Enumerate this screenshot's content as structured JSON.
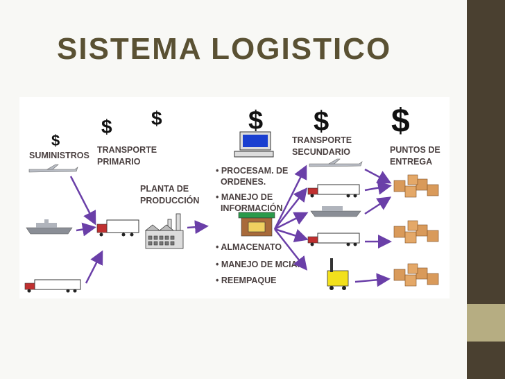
{
  "title": "SISTEMA LOGISTICO",
  "labels": {
    "suministros": "SUMINISTROS",
    "transporte_primario_1": "TRANSPORTE",
    "transporte_primario_2": "PRIMARIO",
    "planta_1": "PLANTA DE",
    "planta_2": "PRODUCCIÓN",
    "transporte_secundario_1": "TRANSPORTE",
    "transporte_secundario_2": "SECUNDARIO",
    "puntos_1": "PUNTOS DE",
    "puntos_2": "ENTREGA"
  },
  "center_list": [
    "• PROCESAM. DE",
    "  ORDENES.",
    "• MANEJO DE",
    "  INFORMACIÓN",
    "• ALMACENATO",
    "• MANEJO DE MCIA.",
    "• REEMPAQUE"
  ],
  "dollar_symbol": "$",
  "colors": {
    "title": "#5a5133",
    "arrow": "#6a3fa8",
    "side_dark": "#4a4030",
    "side_mid": "#b6ad82"
  }
}
